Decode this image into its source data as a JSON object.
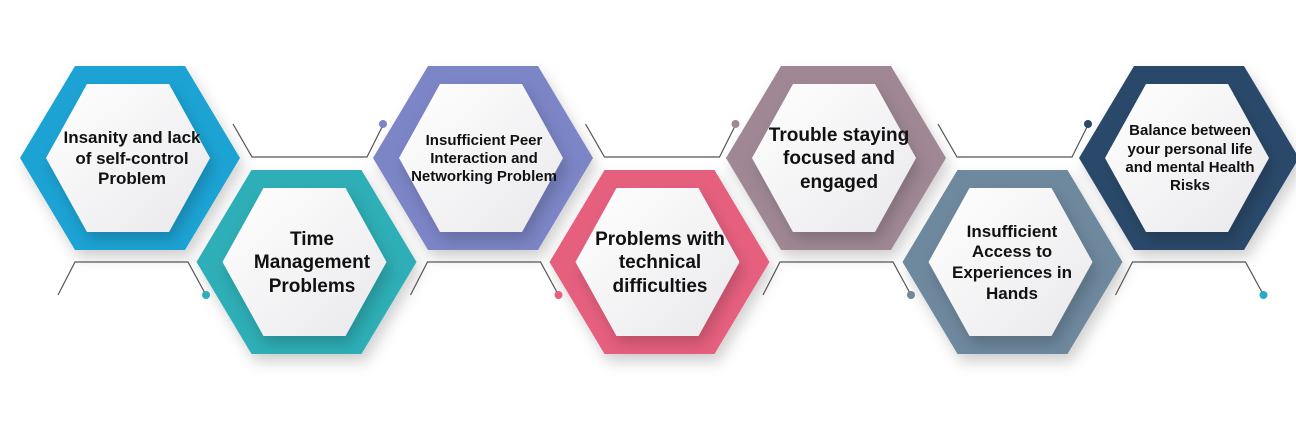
{
  "hexagons": [
    {
      "text": "Insanity and lack of self-control Problem",
      "color": "#1fa3d4",
      "row": "top"
    },
    {
      "text": "Time Management Problems",
      "color": "#2eaeb6",
      "row": "bottom"
    },
    {
      "text": "Insufficient Peer Interaction and Networking Problem",
      "color": "#7c85c6",
      "row": "top"
    },
    {
      "text": "Problems with technical difficulties",
      "color": "#e6607e",
      "row": "bottom"
    },
    {
      "text": "Trouble staying focused and engaged",
      "color": "#9f8894",
      "row": "top"
    },
    {
      "text": "Insufficient Access to Experiences in Hands",
      "color": "#6e889e",
      "row": "bottom"
    },
    {
      "text": "Balance between your personal life and mental Health Risks",
      "color": "#2c496a",
      "row": "top"
    }
  ],
  "connector_color": "#555555"
}
